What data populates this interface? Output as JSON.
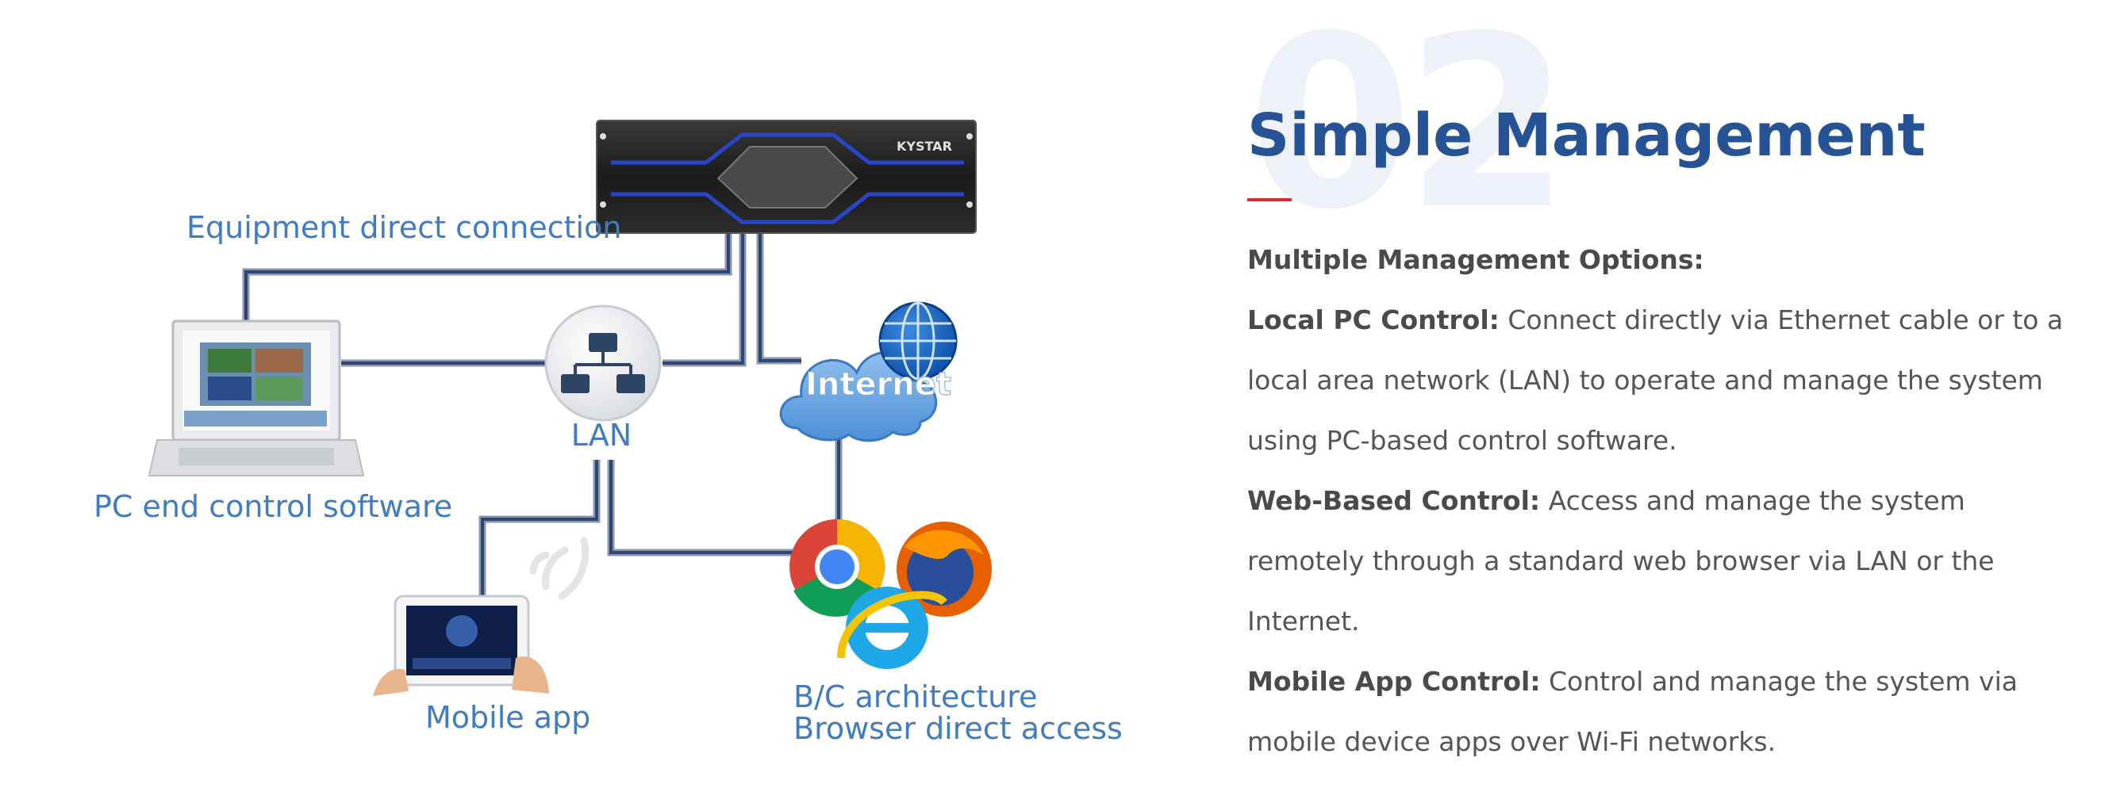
{
  "diagram": {
    "equipment_direct": "Equipment direct connection",
    "device_brand": "KYSTAR",
    "lan": "LAN",
    "internet": "Internet",
    "pc_end": "PC end control software",
    "mobile_app": "Mobile app",
    "bc_line1": "B/C architecture",
    "bc_line2": "Browser direct access"
  },
  "section": {
    "number": "02",
    "title": "Simple Management",
    "accent_color": "#d32f2f",
    "title_color": "#265296"
  },
  "content": {
    "heading": "Multiple Management Options:",
    "local_pc_label": "Local PC Control:",
    "local_pc_text": " Connect directly via Ethernet cable or to a local area network (LAN) to operate and manage the system using PC-based control software.",
    "web_label": "Web-Based Control:",
    "web_text": " Access and manage the system remotely through a standard web browser via LAN or the Internet.",
    "mobile_label": "Mobile App Control:",
    "mobile_text": " Control and manage the system via mobile device apps over Wi-Fi networks."
  }
}
